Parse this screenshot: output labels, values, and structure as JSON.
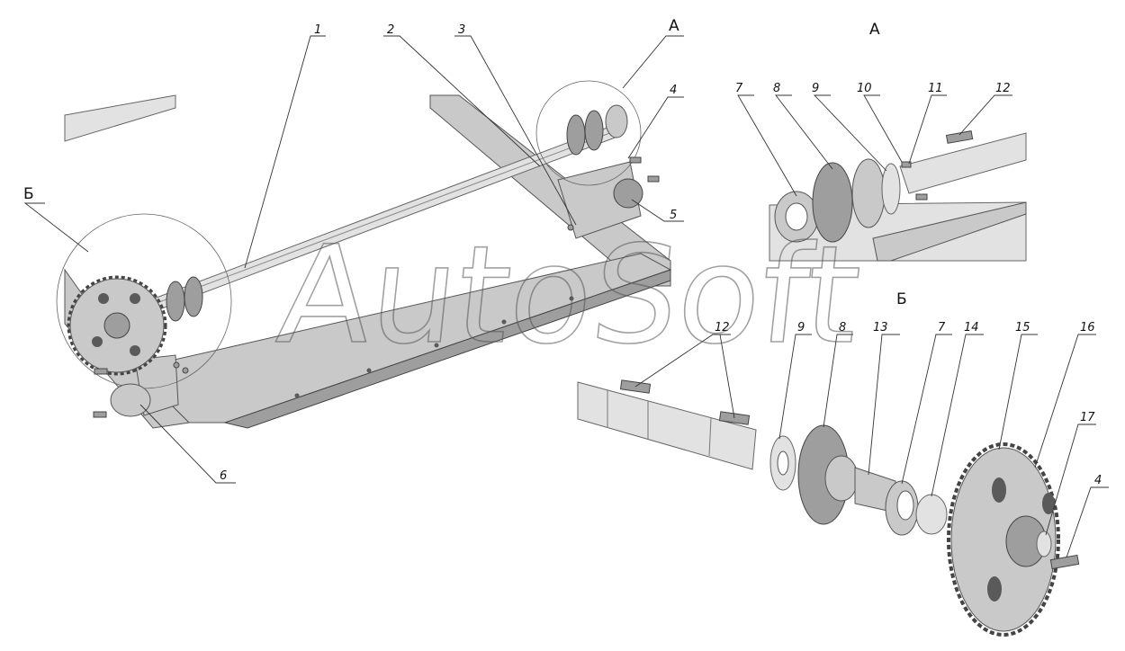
{
  "watermark": "AutoSoft",
  "views": {
    "main_a_label": "А",
    "main_b_label": "Б",
    "detail_a_title": "А",
    "detail_b_title": "Б"
  },
  "callouts": {
    "main": [
      "1",
      "2",
      "3",
      "4",
      "5",
      "6"
    ],
    "detail_a": [
      "7",
      "8",
      "9",
      "10",
      "11",
      "12"
    ],
    "detail_b": [
      "12",
      "9",
      "8",
      "13",
      "7",
      "14",
      "15",
      "16",
      "17",
      "4"
    ]
  },
  "colors": {
    "metal": "#c9c9c9",
    "metal_dark": "#9e9e9e",
    "line": "#333333",
    "background": "#ffffff"
  }
}
